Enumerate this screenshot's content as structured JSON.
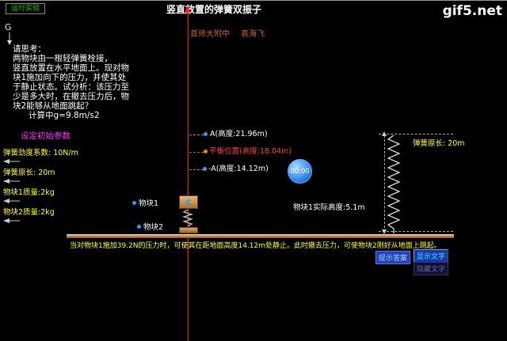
{
  "header": {
    "run_button": "运行实验",
    "title": "竖直放置的弹簧双振子",
    "watermark": "gif5.net",
    "school": "首师大附中",
    "author": "袁海飞",
    "gravity": "G"
  },
  "problem": {
    "lines": [
      "请思考：",
      "两物块由一根轻弹簧栓接，",
      "竖直放置在水平地面上。现对物",
      "块1施加向下的压力，并使其处",
      "于静止状态。试分析：该压力至",
      "少是多大时，在撤去压力后，物",
      "块2能够从地面跳起？",
      "计算中g=9.8m/s2"
    ]
  },
  "params": {
    "title": "设定初始参数",
    "items": [
      {
        "label": "弹簧劲度系数: 10N/m"
      },
      {
        "label": "弹簧原长: 20m"
      },
      {
        "label": "物块1质量:2kg"
      },
      {
        "label": "物块2质量:2kg"
      }
    ]
  },
  "scene": {
    "marker_a": "A(高度:21.96m)",
    "marker_eq": "平衡位置(高度:18.04m)",
    "marker_neg_a": "-A(高度:14.12m)",
    "timer": "00:00",
    "spring_rest_label": "弹簧原长: 20m",
    "block1_label": "物块1",
    "block2_label": "物块2",
    "block1_height": "物块1实际高度:5.1m"
  },
  "footer": {
    "answer": "当对物块1施加39.2N的压力时，可使其在距地面高度14.12m处静止。此时撤去压力，可使物块2刚好从地面上跳起。",
    "hint_button": "提示答案",
    "show_text_button": "显示文字",
    "hide_text_button": "隐藏文字"
  },
  "colors": {
    "background": "#000000",
    "axis_red": "#ff2222",
    "param_yellow": "#ffff33",
    "params_title_magenta": "#ff33ff",
    "equilibrium_red": "#ff4444",
    "accent_blue": "#3399ff",
    "ground_tan": "#c8935a",
    "author_orange": "#cc6633"
  }
}
